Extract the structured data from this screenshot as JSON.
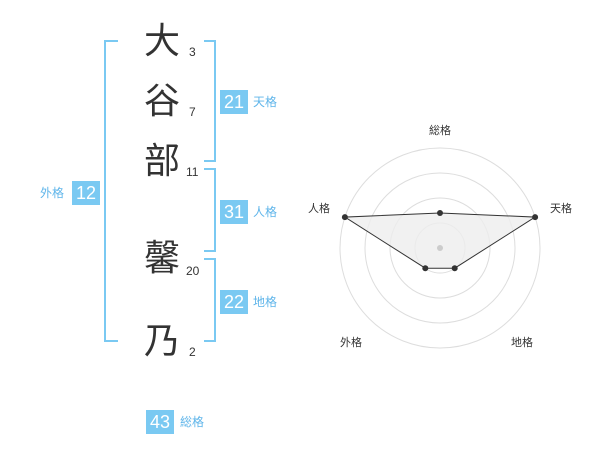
{
  "name": {
    "chars": [
      {
        "char": "大",
        "strokes": "3"
      },
      {
        "char": "谷",
        "strokes": "7"
      },
      {
        "char": "部",
        "strokes": "11"
      },
      {
        "char": "馨",
        "strokes": "20"
      },
      {
        "char": "乃",
        "strokes": "2"
      }
    ]
  },
  "kakusu": {
    "tenkaku": {
      "value": "21",
      "label": "天格"
    },
    "jinkaku": {
      "value": "31",
      "label": "人格"
    },
    "chikaku": {
      "value": "22",
      "label": "地格"
    },
    "gaikaku": {
      "value": "12",
      "label": "外格"
    },
    "soukaku": {
      "value": "43",
      "label": "総格"
    }
  },
  "colors": {
    "accent": "#7ac9f2",
    "accent_text": "#5fb5ea",
    "text": "#333333"
  },
  "chart_data": {
    "type": "radar",
    "axes": [
      "総格",
      "天格",
      "地格",
      "外格",
      "人格"
    ],
    "values": [
      0.35,
      1.0,
      0.25,
      0.25,
      1.0
    ],
    "rings": 4
  }
}
